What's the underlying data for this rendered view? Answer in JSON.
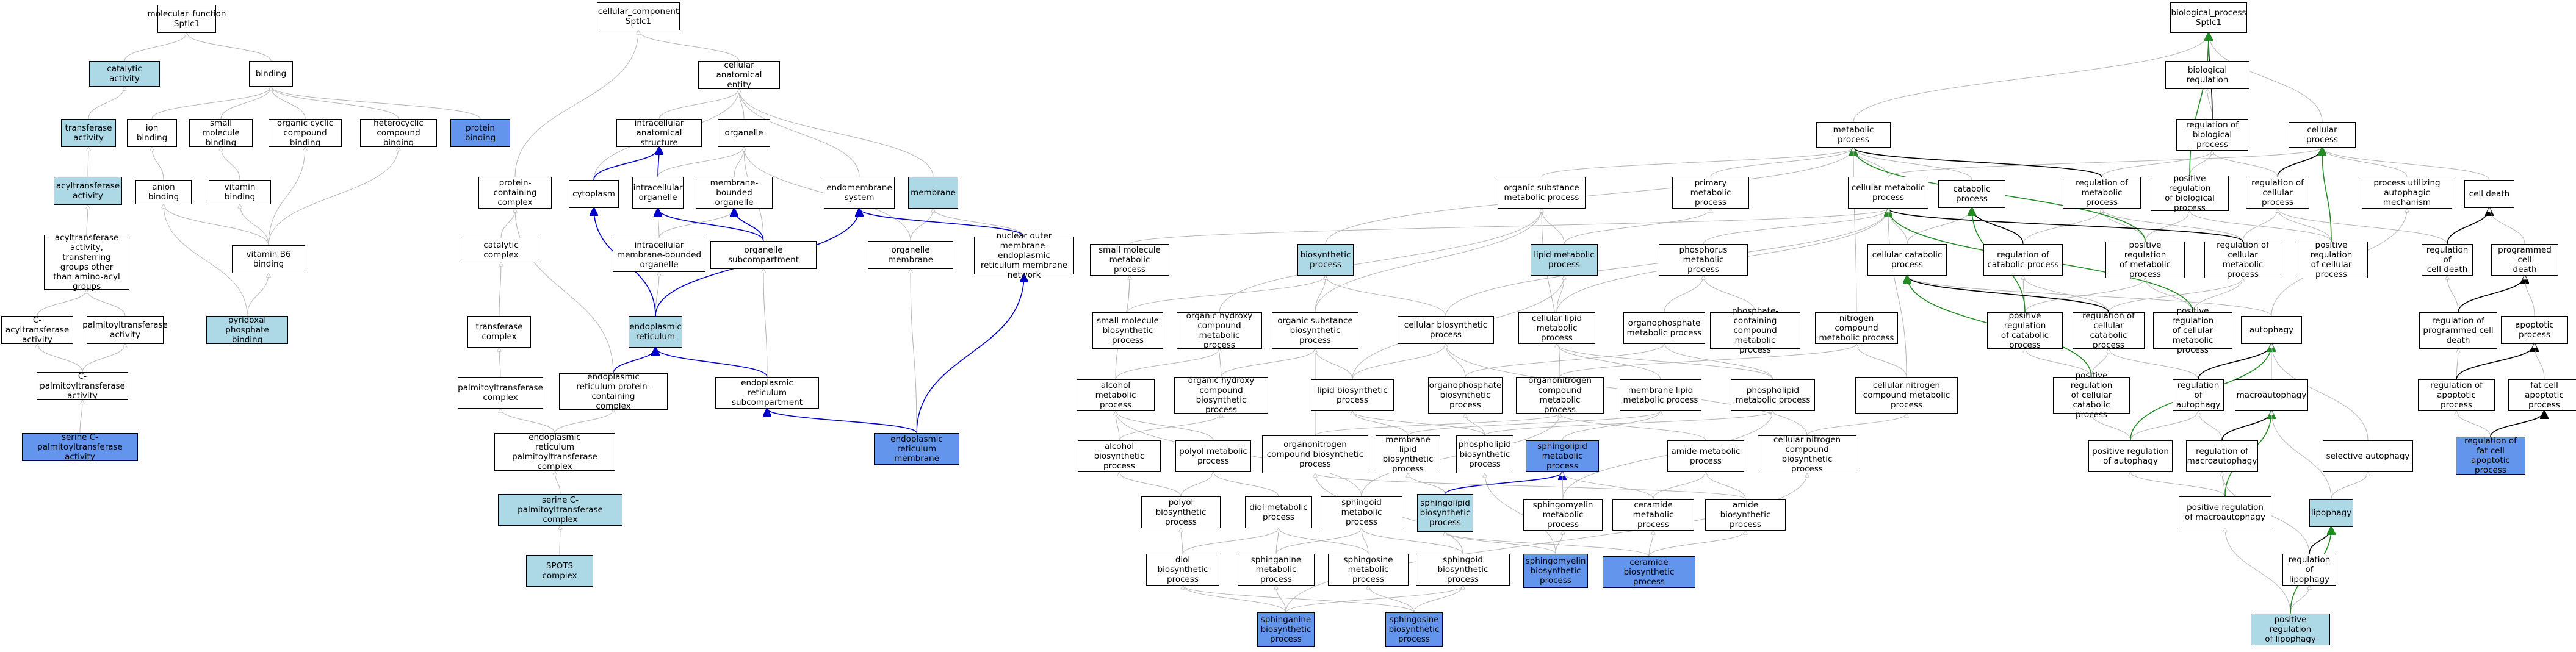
{
  "colors": {
    "light": "#add8e6",
    "dark": "#6495ed",
    "edge": "#b4b4b4",
    "blue_edge": "#0000cc",
    "green_edge": "#228b22",
    "black_edge": "#000000"
  },
  "nodes": {
    "mf": "molecular_function\nSptlc1",
    "catalytic": "catalytic activity",
    "binding": "binding",
    "transferase": "transferase\nactivity",
    "ion_binding": "ion binding",
    "small_mol_binding": "small molecule\nbinding",
    "organic_cyclic": "organic cyclic\ncompound binding",
    "heterocyclic": "heterocyclic\ncompound binding",
    "protein_binding": "protein binding",
    "acyltransferase": "acyltransferase\nactivity",
    "anion_binding": "anion binding",
    "vitamin_binding": "vitamin binding",
    "acyltransferase_other": "acyltransferase\nactivity, transferring\ngroups other\nthan amino-acyl\ngroups",
    "vitamin_b6": "vitamin B6 binding",
    "c_acyl": "C-acyltransferase\nactivity",
    "palmitoyltransferase": "palmitoyltransferase\nactivity",
    "pyridoxal": "pyridoxal phosphate\nbinding",
    "c_palmitoyl": "C-palmitoyltransferase\nactivity",
    "serine_cpalm": "serine C-palmitoyltransferase\nactivity",
    "cc": "cellular_component\nSptlc1",
    "cell_anat": "cellular anatomical\nentity",
    "protein_containing": "protein-containing\ncomplex",
    "intracell_anat": "intracellular\nanatomical structure",
    "organelle": "organelle",
    "catalytic_complex": "catalytic complex",
    "cytoplasm": "cytoplasm",
    "intracell_organelle": "intracellular\norganelle",
    "membrane_bounded": "membrane-bounded\norganelle",
    "endomembrane": "endomembrane\nsystem",
    "membrane": "membrane",
    "intracell_mbo": "intracellular\nmembrane-bounded\norganelle",
    "organelle_sub": "organelle subcompartment",
    "organelle_membrane": "organelle membrane",
    "nuclear_outer": "nuclear outer\nmembrane-endoplasmic\nreticulum membrane\nnetwork",
    "transferase_complex": "transferase\ncomplex",
    "er": "endoplasmic\nreticulum",
    "palm_complex": "palmitoyltransferase\ncomplex",
    "er_protein_complex": "endoplasmic\nreticulum protein-containing\ncomplex",
    "er_subcompartment": "endoplasmic\nreticulum subcompartment",
    "er_palm_complex": "endoplasmic\nreticulum palmitoyltransferase\ncomplex",
    "er_membrane": "endoplasmic\nreticulum membrane",
    "serine_cpalm_complex": "serine C-palmitoyltransferase\ncomplex",
    "spots": "SPOTS complex",
    "bp": "biological_process\nSptlc1",
    "bio_reg": "biological regulation",
    "reg_bio": "regulation of\nbiological process",
    "metabolic": "metabolic process",
    "cellular_process": "cellular process",
    "org_sub_met": "organic substance\nmetabolic process",
    "primary_met": "primary metabolic\nprocess",
    "cell_met": "cellular metabolic\nprocess",
    "catabolic": "catabolic process",
    "reg_met": "regulation of\nmetabolic process",
    "pos_reg_bio": "positive regulation\nof biological\nprocess",
    "reg_cell_proc": "regulation of\ncellular process",
    "autophagic_mech": "process utilizing\nautophagic mechanism",
    "cell_death": "cell death",
    "small_mol_met": "small molecule\nmetabolic process",
    "biosynthetic": "biosynthetic\nprocess",
    "lipid_met": "lipid metabolic\nprocess",
    "phosphorus_met": "phosphorus metabolic\nprocess",
    "cell_catabolic": "cellular catabolic\nprocess",
    "reg_catabolic": "regulation of\ncatabolic process",
    "pos_reg_met": "positive regulation\nof metabolic\nprocess",
    "reg_cell_met": "regulation of\ncellular metabolic\nprocess",
    "pos_reg_cell_proc": "positive regulation\nof cellular\nprocess",
    "reg_cell_death": "regulation of\ncell death",
    "pcd": "programmed cell\ndeath",
    "small_mol_bio": "small molecule\nbiosynthetic\nprocess",
    "org_hydroxy_met": "organic hydroxy\ncompound metabolic\nprocess",
    "org_sub_bio": "organic substance\nbiosynthetic\nprocess",
    "cell_bio": "cellular biosynthetic\nprocess",
    "cell_lipid_met": "cellular lipid\nmetabolic process",
    "organophosphate_met": "organophosphate\nmetabolic process",
    "phosphate_met": "phosphate-containing\ncompound metabolic\nprocess",
    "nitrogen_met": "nitrogen compound\nmetabolic process",
    "pos_reg_catabolic": "positive regulation\nof catabolic\nprocess",
    "reg_cell_catabolic": "regulation of\ncellular catabolic\nprocess",
    "pos_reg_cell_met": "positive regulation\nof cellular\nmetabolic process",
    "autophagy": "autophagy",
    "reg_pcd": "regulation of\nprogrammed cell\ndeath",
    "apoptotic": "apoptotic process",
    "alcohol_met": "alcohol metabolic\nprocess",
    "org_hydroxy_bio": "organic hydroxy\ncompound biosynthetic\nprocess",
    "lipid_bio": "lipid biosynthetic\nprocess",
    "organophosphate_bio": "organophosphate\nbiosynthetic\nprocess",
    "organonitrogen_met": "organonitrogen\ncompound metabolic\nprocess",
    "membrane_lipid_met": "membrane lipid\nmetabolic process",
    "phospholipid_met": "phospholipid\nmetabolic process",
    "cell_nitrogen_met": "cellular nitrogen\ncompound metabolic\nprocess",
    "pos_reg_cell_catabolic": "positive regulation\nof cellular\ncatabolic process",
    "reg_autophagy": "regulation of\nautophagy",
    "macroautophagy": "macroautophagy",
    "reg_apoptotic": "regulation of\napoptotic process",
    "fat_cell_apop": "fat cell apoptotic\nprocess",
    "alcohol_bio": "alcohol biosynthetic\nprocess",
    "polyol_met": "polyol metabolic\nprocess",
    "organonitrogen_bio": "organonitrogen\ncompound biosynthetic\nprocess",
    "membrane_lipid_bio": "membrane lipid\nbiosynthetic\nprocess",
    "phospholipid_bio": "phospholipid\nbiosynthetic\nprocess",
    "sphingolipid_met": "sphingolipid\nmetabolic process",
    "amide_met": "amide metabolic\nprocess",
    "cell_nitrogen_bio": "cellular nitrogen\ncompound biosynthetic\nprocess",
    "pos_reg_autophagy": "positive regulation\nof autophagy",
    "reg_macroautophagy": "regulation of\nmacroautophagy",
    "selective_autophagy": "selective autophagy",
    "reg_fat_cell_apop": "regulation of\nfat cell apoptotic\nprocess",
    "polyol_bio": "polyol biosynthetic\nprocess",
    "diol_met": "diol metabolic\nprocess",
    "sphingoid_met": "sphingoid metabolic\nprocess",
    "sphingolipid_bio": "sphingolipid\nbiosynthetic\nprocess",
    "sphingomyelin_met": "sphingomyelin\nmetabolic process",
    "ceramide_met": "ceramide metabolic\nprocess",
    "amide_bio": "amide biosynthetic\nprocess",
    "pos_reg_macroautophagy": "positive regulation\nof macroautophagy",
    "lipophagy": "lipophagy",
    "diol_bio": "diol biosynthetic\nprocess",
    "sphinganine_met": "sphinganine\nmetabolic process",
    "sphingosine_met": "sphingosine\nmetabolic process",
    "sphingoid_bio": "sphingoid biosynthetic\nprocess",
    "sphingomyelin_bio": "sphingomyelin\nbiosynthetic\nprocess",
    "ceramide_bio": "ceramide biosynthetic\nprocess",
    "reg_lipophagy": "regulation of\nlipophagy",
    "sphinganine_bio": "sphinganine\nbiosynthetic\nprocess",
    "sphingosine_bio": "sphingosine\nbiosynthetic\nprocess",
    "pos_reg_lipophagy": "positive regulation\nof lipophagy"
  }
}
